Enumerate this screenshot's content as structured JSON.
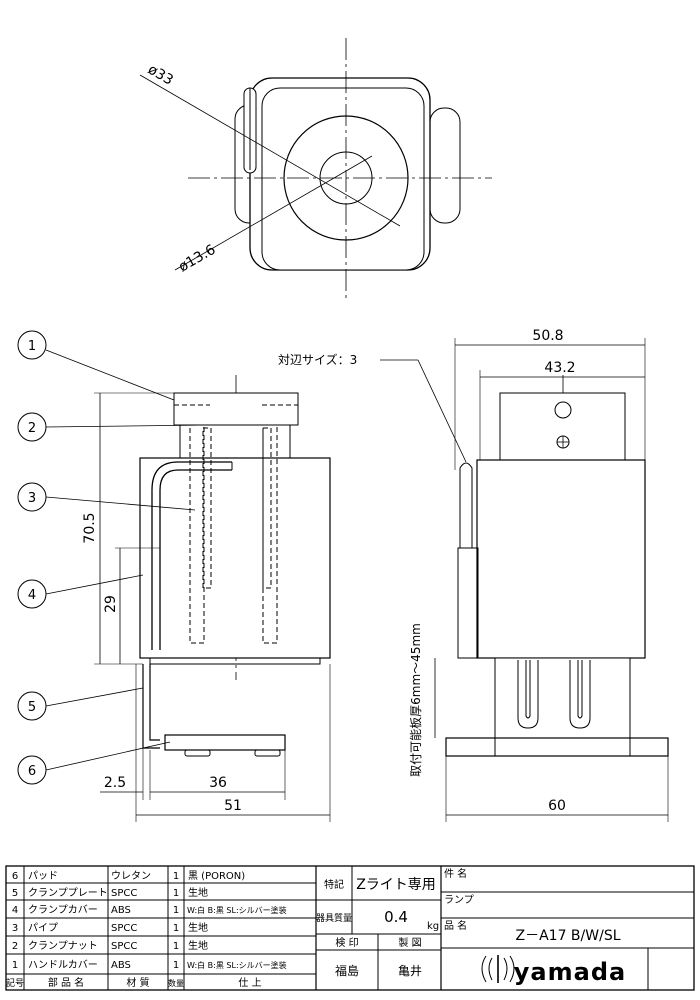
{
  "top_view": {
    "dia_outer": "ø33",
    "dia_inner": "ø13.6"
  },
  "front_view": {
    "dims": {
      "height": "70.5",
      "pad_height": "29",
      "offset": "2.5",
      "clamp_width": "36",
      "total_width": "51"
    },
    "balloons": [
      "1",
      "2",
      "3",
      "4",
      "5",
      "6"
    ]
  },
  "side_view": {
    "dims": {
      "width_outer": "50.8",
      "width_inner": "43.2",
      "base_width": "60"
    },
    "note_hex": "対辺サイズ：3",
    "note_range": "取付可能板厚6mm～45mm"
  },
  "title_block": {
    "parts": [
      {
        "no": "6",
        "name": "パッド",
        "material": "ウレタン",
        "qty": "1",
        "finish": "黒 (PORON)"
      },
      {
        "no": "5",
        "name": "クランププレート",
        "material": "SPCC",
        "qty": "1",
        "finish": "生地"
      },
      {
        "no": "4",
        "name": "クランプカバー",
        "material": "ABS",
        "qty": "1",
        "finish": "W:白 B:黒 SL:シルバー塗装"
      },
      {
        "no": "3",
        "name": "パイプ",
        "material": "SPCC",
        "qty": "1",
        "finish": "生地"
      },
      {
        "no": "2",
        "name": "クランプナット",
        "material": "SPCC",
        "qty": "1",
        "finish": "生地"
      },
      {
        "no": "1",
        "name": "ハンドルカバー",
        "material": "ABS",
        "qty": "1",
        "finish": "W:白 B:黒 SL:シルバー塗装"
      }
    ],
    "headers": {
      "no": "記号",
      "name": "部 品 名",
      "material": "材 質",
      "qty": "数量",
      "finish": "仕 上"
    },
    "tokki_label": "特記",
    "tokki_value": "Zライト専用",
    "mass_label": "器具質量",
    "mass_value": "0.4",
    "mass_unit": "kg",
    "inspect_label": "検 印",
    "drawn_label": "製 図",
    "inspector": "福島",
    "drafter": "亀井",
    "subject_label": "件 名",
    "lamp_label": "ランプ",
    "product_label": "品 名",
    "product_value": "Z－A17 B/W/SL",
    "brand": "yamada"
  }
}
